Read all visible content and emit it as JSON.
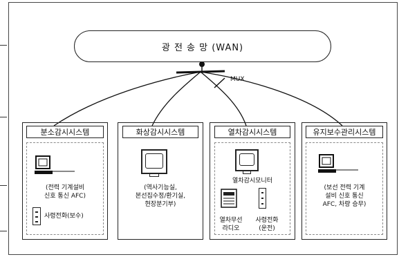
{
  "network": {
    "wan_label": "광 전 송 망 (WAN)",
    "mux_label": "MUX"
  },
  "panels": [
    {
      "title": "분소감시시스템",
      "desc_lines": [
        "(전력 기계설비",
        "신호 통신 AFC)"
      ],
      "phone_label": "사령전화(보수)"
    },
    {
      "title": "화상감시시스템",
      "desc_lines": [
        "(역사기능실,",
        "본선집수정/환기실,",
        "현장분기부)"
      ]
    },
    {
      "title": "열차감시시스템",
      "monitor_label": "열차감시모니터",
      "radio_label_lines": [
        "열차무선",
        "라디오"
      ],
      "phone_label_lines": [
        "사령전화",
        "(운전)"
      ]
    },
    {
      "title": "유지보수관리시스템",
      "desc_lines": [
        "(보선 전력 기계",
        "설비 신호 통신",
        "AFC, 차량 승무)"
      ]
    }
  ],
  "icons": [
    "workstation-icon",
    "monitor-icon",
    "radio-icon",
    "telephone-icon"
  ]
}
